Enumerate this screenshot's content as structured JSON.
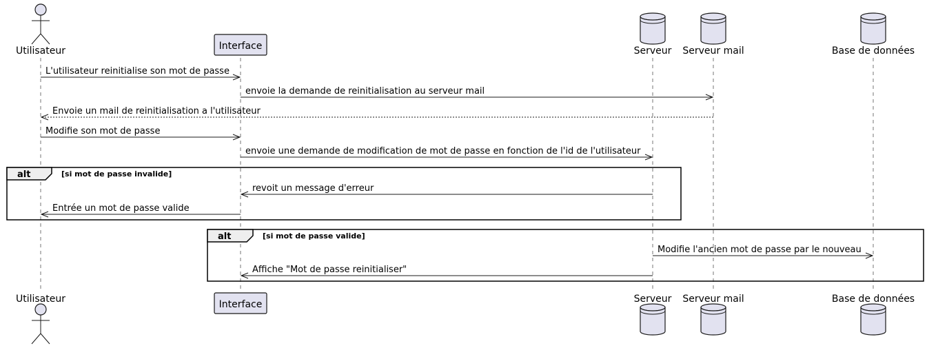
{
  "participants": [
    {
      "id": "user",
      "label": "Utilisateur",
      "kind": "actor"
    },
    {
      "id": "ui",
      "label": "Interface",
      "kind": "participant"
    },
    {
      "id": "srv",
      "label": "Serveur",
      "kind": "database"
    },
    {
      "id": "mail",
      "label": "Serveur mail",
      "kind": "database"
    },
    {
      "id": "db",
      "label": "Base de données",
      "kind": "database"
    }
  ],
  "messages": [
    {
      "from": "user",
      "to": "ui",
      "text": "L'utilisateur reinitialise son mot de passe",
      "style": "solid"
    },
    {
      "from": "ui",
      "to": "mail",
      "text": "envoie la demande de reinitialisation au serveur mail",
      "style": "solid"
    },
    {
      "from": "mail",
      "to": "user",
      "text": "Envoie un mail de reinitialisation a l'utilisateur",
      "style": "dashed"
    },
    {
      "from": "user",
      "to": "ui",
      "text": "Modifie son mot de passe",
      "style": "solid"
    },
    {
      "from": "ui",
      "to": "srv",
      "text": "envoie une demande de modification de mot de passe en fonction de l'id de l'utilisateur",
      "style": "solid"
    },
    {
      "from": "srv",
      "to": "ui",
      "text": "revoit un message d'erreur",
      "style": "solid"
    },
    {
      "from": "ui",
      "to": "user",
      "text": "Entrée un mot de passe valide",
      "style": "solid"
    },
    {
      "from": "srv",
      "to": "db",
      "text": "Modifie l'ancien mot de passe par le nouveau",
      "style": "solid"
    },
    {
      "from": "srv",
      "to": "ui",
      "text": "Affiche \"Mot de passe reinitialiser\"",
      "style": "solid"
    }
  ],
  "fragments": [
    {
      "keyword": "alt",
      "condition": "[si mot de passe invalide]",
      "covers": [
        5,
        6
      ]
    },
    {
      "keyword": "alt",
      "condition": "[si mot de passe valide]",
      "covers": [
        7,
        8
      ]
    }
  ],
  "colors": {
    "participant_fill": "#E2E2F0",
    "line": "#181818",
    "fragment_tab": "#EEEEEE"
  }
}
